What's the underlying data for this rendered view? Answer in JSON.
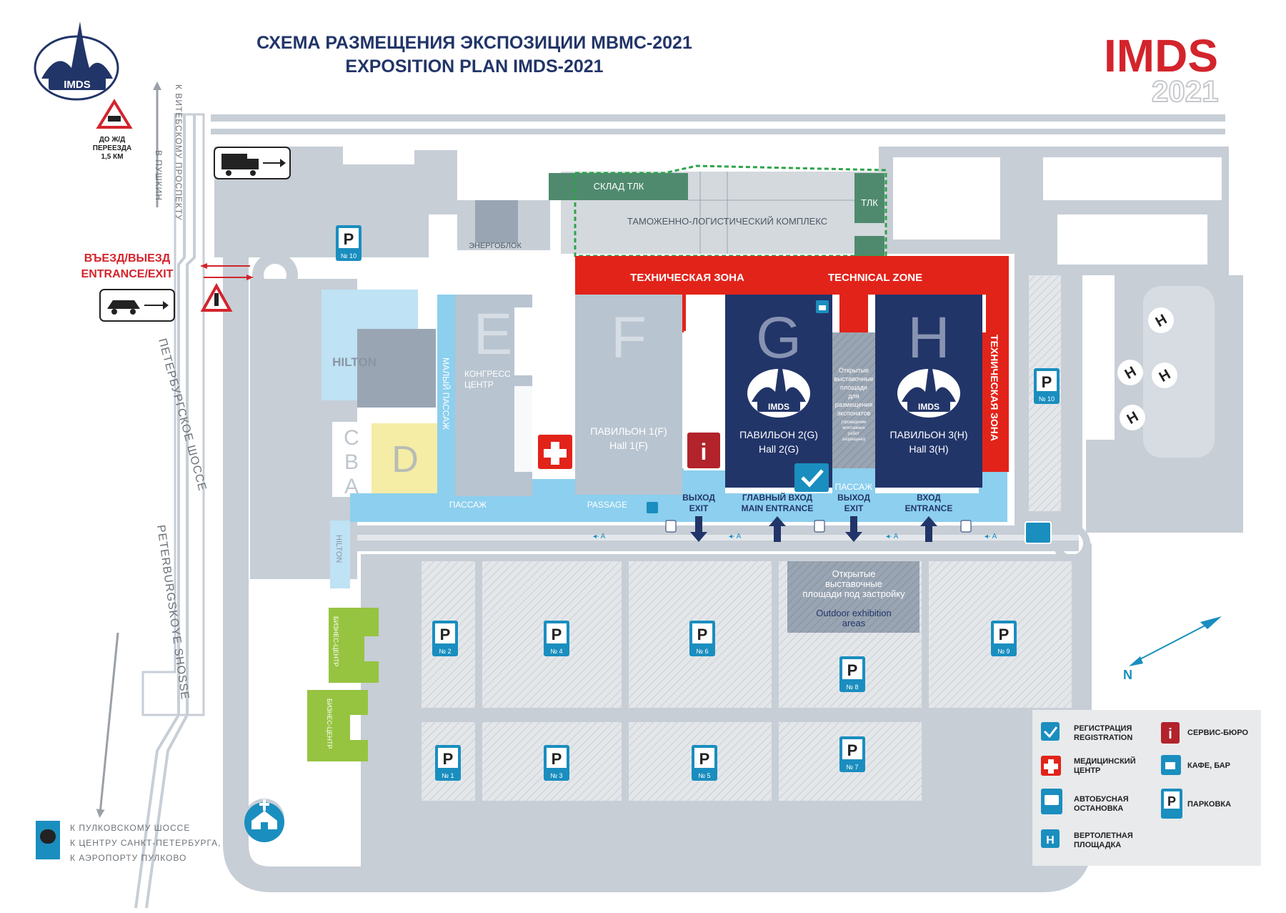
{
  "header": {
    "title_ru": "СХЕМА РАЗМЕЩЕНИЯ ЭКСПОЗИЦИИ  МВМС-2021",
    "title_en": "EXPOSITION PLAN IMDS-2021",
    "logo_text": "IMDS",
    "brand_word": "IMDS",
    "brand_year": "2021"
  },
  "colors": {
    "road": "#c7ced6",
    "hall_dark": "#223569",
    "hall_light": "#b8c4d0",
    "passage": "#8ccfee",
    "tech_zone": "#e2231a",
    "tlk_green": "#4f8a6e",
    "parking_blue": "#1a8ebf",
    "accent_red": "#d3242c",
    "business_green": "#96c441",
    "hall_d_yellow": "#f5eca6"
  },
  "roads": {
    "vitebsky_ru": "К ВИТЕБСКОМУ ПРОСПЕКТУ",
    "pushkin_ru": "В ПУШКИН",
    "petersburg_ru": "ПЕТЕРБУРГСКОЕ ШОССЕ",
    "petersburg_en": "PETERBURGSKOYE SHOSSE",
    "rail_ru": [
      "ДО Ж/Д",
      "ПЕРЕЕЗДА",
      "1,5 КМ"
    ],
    "entrance_ru": "ВЪЕЗД/ВЫЕЗД",
    "entrance_en": "ENTRANCE/EXIT",
    "directions": [
      "К ПУЛКОВСКОМУ ШОССЕ",
      "К ЦЕНТРУ САНКТ-ПЕТЕРБУРГА,",
      "К АЭРОПОРТУ ПУЛКОВО"
    ]
  },
  "buildings": {
    "sklad": "СКЛАД ТЛК",
    "tlk_complex": "ТАМОЖЕННО-ЛОГИСТИЧЕСКИЙ КОМПЛЕКС",
    "tlk": "ТЛК",
    "energoblok": "ЭНЕРГОБЛОК",
    "tech_zone_ru": "ТЕХНИЧЕСКАЯ ЗОНА",
    "tech_zone_en": "TECHNICAL ZONE",
    "tech_zone_vertical": "ТЕХНИЧЕСКАЯ ЗОНА",
    "hilton": "HILTON",
    "hilton_small": "HILTON",
    "maly_passage": "МАЛЫЙ ПАССАЖ",
    "kongress": [
      "КОНГРЕСС",
      "ЦЕНТР"
    ],
    "passage_ru": "ПАССАЖ",
    "passage_en": "PASSAGE",
    "passage_mid": "ПАССАЖ",
    "business_centre": "БИЗНЕС-ЦЕНТР",
    "open_areas_small": [
      "Открытые",
      "выставочные",
      "площади",
      "для",
      "размещения",
      "экспонатов"
    ],
    "open_areas_note": [
      "(проведение",
      "монтажных",
      "работ",
      "запрещено)"
    ],
    "open_areas_big_ru": [
      "Открытые",
      "выставочные",
      "площади под застройку"
    ],
    "open_areas_big_en": [
      "Outdoor exhibition",
      "areas"
    ]
  },
  "halls": [
    {
      "letter": "A"
    },
    {
      "letter": "B"
    },
    {
      "letter": "C"
    },
    {
      "letter": "D"
    },
    {
      "letter": "E"
    },
    {
      "letter": "F",
      "name_ru": "ПАВИЛЬОН 1(F)",
      "name_en": "Hall 1(F)"
    },
    {
      "letter": "G",
      "name_ru": "ПАВИЛЬОН 2(G)",
      "name_en": "Hall 2(G)"
    },
    {
      "letter": "H",
      "name_ru": "ПАВИЛЬОН 3(H)",
      "name_en": "Hall 3(H)"
    }
  ],
  "entrances": [
    {
      "ru": "ВЫХОД",
      "en": "EXIT"
    },
    {
      "ru": "ГЛАВНЫЙ ВХОД",
      "en": "MAIN ENTRANCE"
    },
    {
      "ru": "ВЫХОД",
      "en": "EXIT"
    },
    {
      "ru": "ВХОД",
      "en": "ENTRANCE"
    }
  ],
  "parking": [
    {
      "letter": "P",
      "num": "№ 1"
    },
    {
      "letter": "P",
      "num": "№ 2"
    },
    {
      "letter": "P",
      "num": "№ 3"
    },
    {
      "letter": "P",
      "num": "№ 4"
    },
    {
      "letter": "P",
      "num": "№ 5"
    },
    {
      "letter": "P",
      "num": "№ 6"
    },
    {
      "letter": "P",
      "num": "№ 7"
    },
    {
      "letter": "P",
      "num": "№ 8"
    },
    {
      "letter": "P",
      "num": "№ 9"
    },
    {
      "letter": "P",
      "num": "№ 10"
    },
    {
      "letter": "P",
      "num": "№ 10"
    }
  ],
  "helipad_letter": "H",
  "north": "N",
  "route_marker": "A",
  "legend": [
    {
      "icon": "checkmark-icon",
      "lines": [
        "РЕГИСТРАЦИЯ",
        "REGISTRATION"
      ]
    },
    {
      "icon": "service-info-icon",
      "lines": [
        "СЕРВИС-БЮРО"
      ]
    },
    {
      "icon": "medical-cross-icon",
      "lines": [
        "МЕДИЦИНСКИЙ",
        "ЦЕНТР"
      ]
    },
    {
      "icon": "cafe-cup-icon",
      "lines": [
        "КАФЕ, БАР"
      ]
    },
    {
      "icon": "bus-stop-icon",
      "lines": [
        "АВТОБУСНАЯ",
        "ОСТАНОВКА"
      ]
    },
    {
      "icon": "parking-icon",
      "lines": [
        "ПАРКОВКА"
      ]
    },
    {
      "icon": "helipad-icon",
      "lines": [
        "ВЕРТОЛЕТНАЯ",
        "ПЛОЩАДКА"
      ]
    }
  ],
  "legend_symbols": {
    "service": "i",
    "parking": "P",
    "helipad": "H"
  }
}
